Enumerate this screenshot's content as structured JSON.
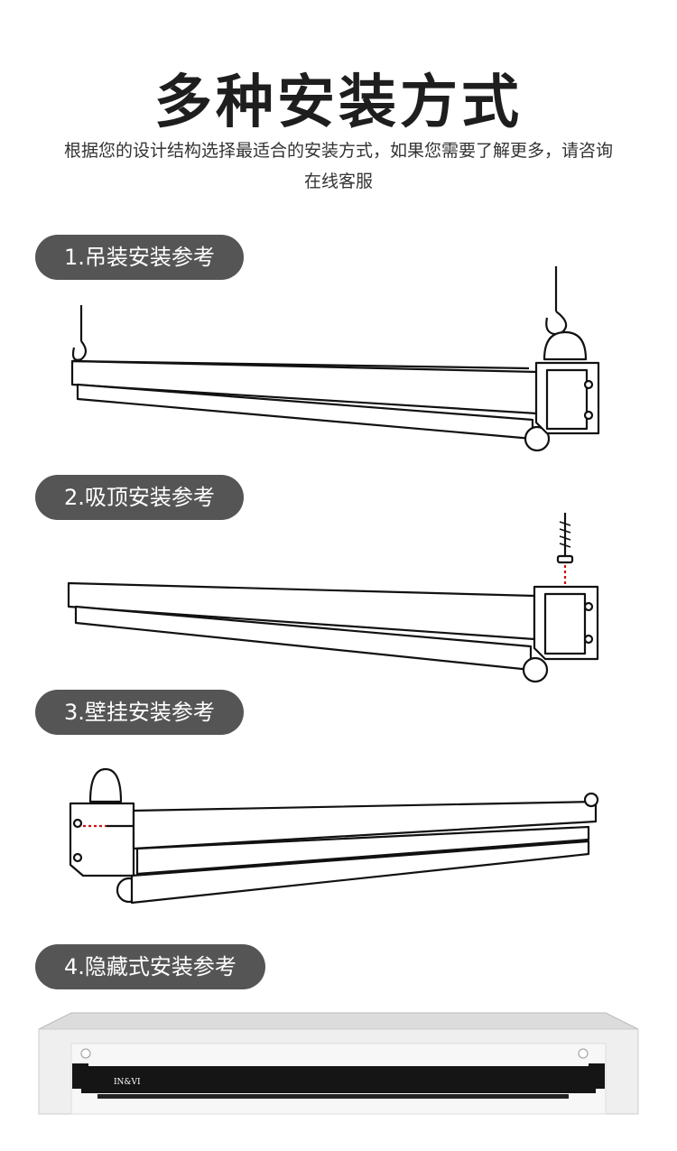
{
  "header": {
    "title": "多种安装方式",
    "subtitle": "根据您的设计结构选择最适合的安装方式，如果您需要了解更多，请咨询在线客服"
  },
  "sections": [
    {
      "label": "1.吊装安装参考"
    },
    {
      "label": "2.吸顶安装参考"
    },
    {
      "label": "3.壁挂安装参考"
    },
    {
      "label": "4.隐藏式安装参考"
    }
  ],
  "screen_logo": "IN&VI",
  "colors": {
    "pill_bg": "#555555",
    "screw_guide": "#d11111",
    "screen_case": "#151515"
  }
}
